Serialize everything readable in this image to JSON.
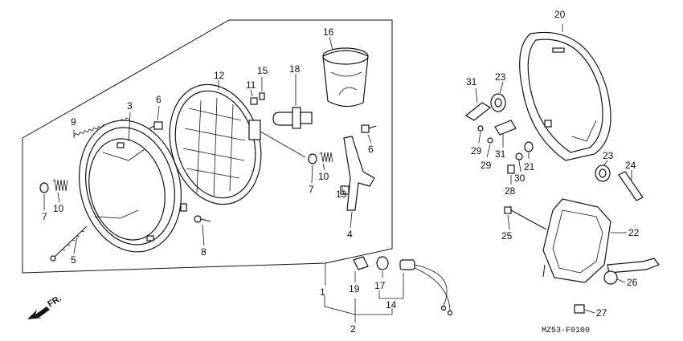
{
  "diagram": {
    "fr_label": "FR.",
    "code": "MZ53-F0100",
    "labels": [
      {
        "id": "p1",
        "text": "1"
      },
      {
        "id": "p2",
        "text": "2"
      },
      {
        "id": "p3",
        "text": "3"
      },
      {
        "id": "p4",
        "text": "4"
      },
      {
        "id": "p5",
        "text": "5"
      },
      {
        "id": "p6a",
        "text": "6"
      },
      {
        "id": "p6b",
        "text": "6"
      },
      {
        "id": "p7a",
        "text": "7"
      },
      {
        "id": "p7b",
        "text": "7"
      },
      {
        "id": "p8",
        "text": "8"
      },
      {
        "id": "p9",
        "text": "9"
      },
      {
        "id": "p10a",
        "text": "10"
      },
      {
        "id": "p10b",
        "text": "10"
      },
      {
        "id": "p11",
        "text": "11"
      },
      {
        "id": "p12",
        "text": "12"
      },
      {
        "id": "p13",
        "text": "13"
      },
      {
        "id": "p14",
        "text": "14"
      },
      {
        "id": "p15",
        "text": "15"
      },
      {
        "id": "p16",
        "text": "16"
      },
      {
        "id": "p17",
        "text": "17"
      },
      {
        "id": "p18",
        "text": "18"
      },
      {
        "id": "p19",
        "text": "19"
      },
      {
        "id": "p20",
        "text": "20"
      },
      {
        "id": "p21",
        "text": "21"
      },
      {
        "id": "p22",
        "text": "22"
      },
      {
        "id": "p23a",
        "text": "23"
      },
      {
        "id": "p23b",
        "text": "23"
      },
      {
        "id": "p24",
        "text": "24"
      },
      {
        "id": "p25",
        "text": "25"
      },
      {
        "id": "p26",
        "text": "26"
      },
      {
        "id": "p27",
        "text": "27"
      },
      {
        "id": "p28",
        "text": "28"
      },
      {
        "id": "p29a",
        "text": "29"
      },
      {
        "id": "p29b",
        "text": "29"
      },
      {
        "id": "p30",
        "text": "30"
      },
      {
        "id": "p31a",
        "text": "31"
      },
      {
        "id": "p31b",
        "text": "31"
      }
    ]
  }
}
